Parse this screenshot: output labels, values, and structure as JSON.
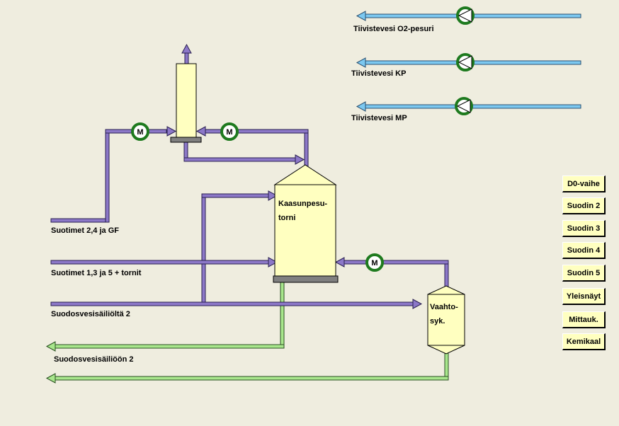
{
  "colors": {
    "background": "#efeddf",
    "process_line": "#8c78c8",
    "drain_line": "#a8e68c",
    "seal_water_line": "#7cc8f0",
    "vessel_fill": "#ffffc0",
    "pump_ring": "#2e8b2e"
  },
  "icons": {
    "motor": "motor-icon",
    "valve": "valve-icon",
    "arrow": "flow-arrow-icon"
  },
  "seal_water": [
    {
      "label": "Tiivistevesi O2-pesuri"
    },
    {
      "label": "Tiivistevesi KP"
    },
    {
      "label": "Tiivistevesi MP"
    }
  ],
  "motor_label": "M",
  "inputs": {
    "suotimet_24": "Suotimet 2,4 ja GF",
    "suotimet_135": "Suotimet 1,3 ja 5 + tornit",
    "suodos_from": "Suodosvesisäiliöltä 2",
    "suodos_to": "Suodosvesisäiliöön 2"
  },
  "vessels": {
    "scrubber_line1": "Kaasunpesu-",
    "scrubber_line2": "torni",
    "foam_line1": "Vaahto-",
    "foam_line2": "syk."
  },
  "nav": [
    {
      "label": "D0-vaihe"
    },
    {
      "label": "Suodin 2"
    },
    {
      "label": "Suodin 3"
    },
    {
      "label": "Suodin 4"
    },
    {
      "label": "Suodin 5"
    },
    {
      "label": "Yleisnäyt"
    },
    {
      "label": "Mittauk."
    },
    {
      "label": "Kemikaal"
    }
  ]
}
